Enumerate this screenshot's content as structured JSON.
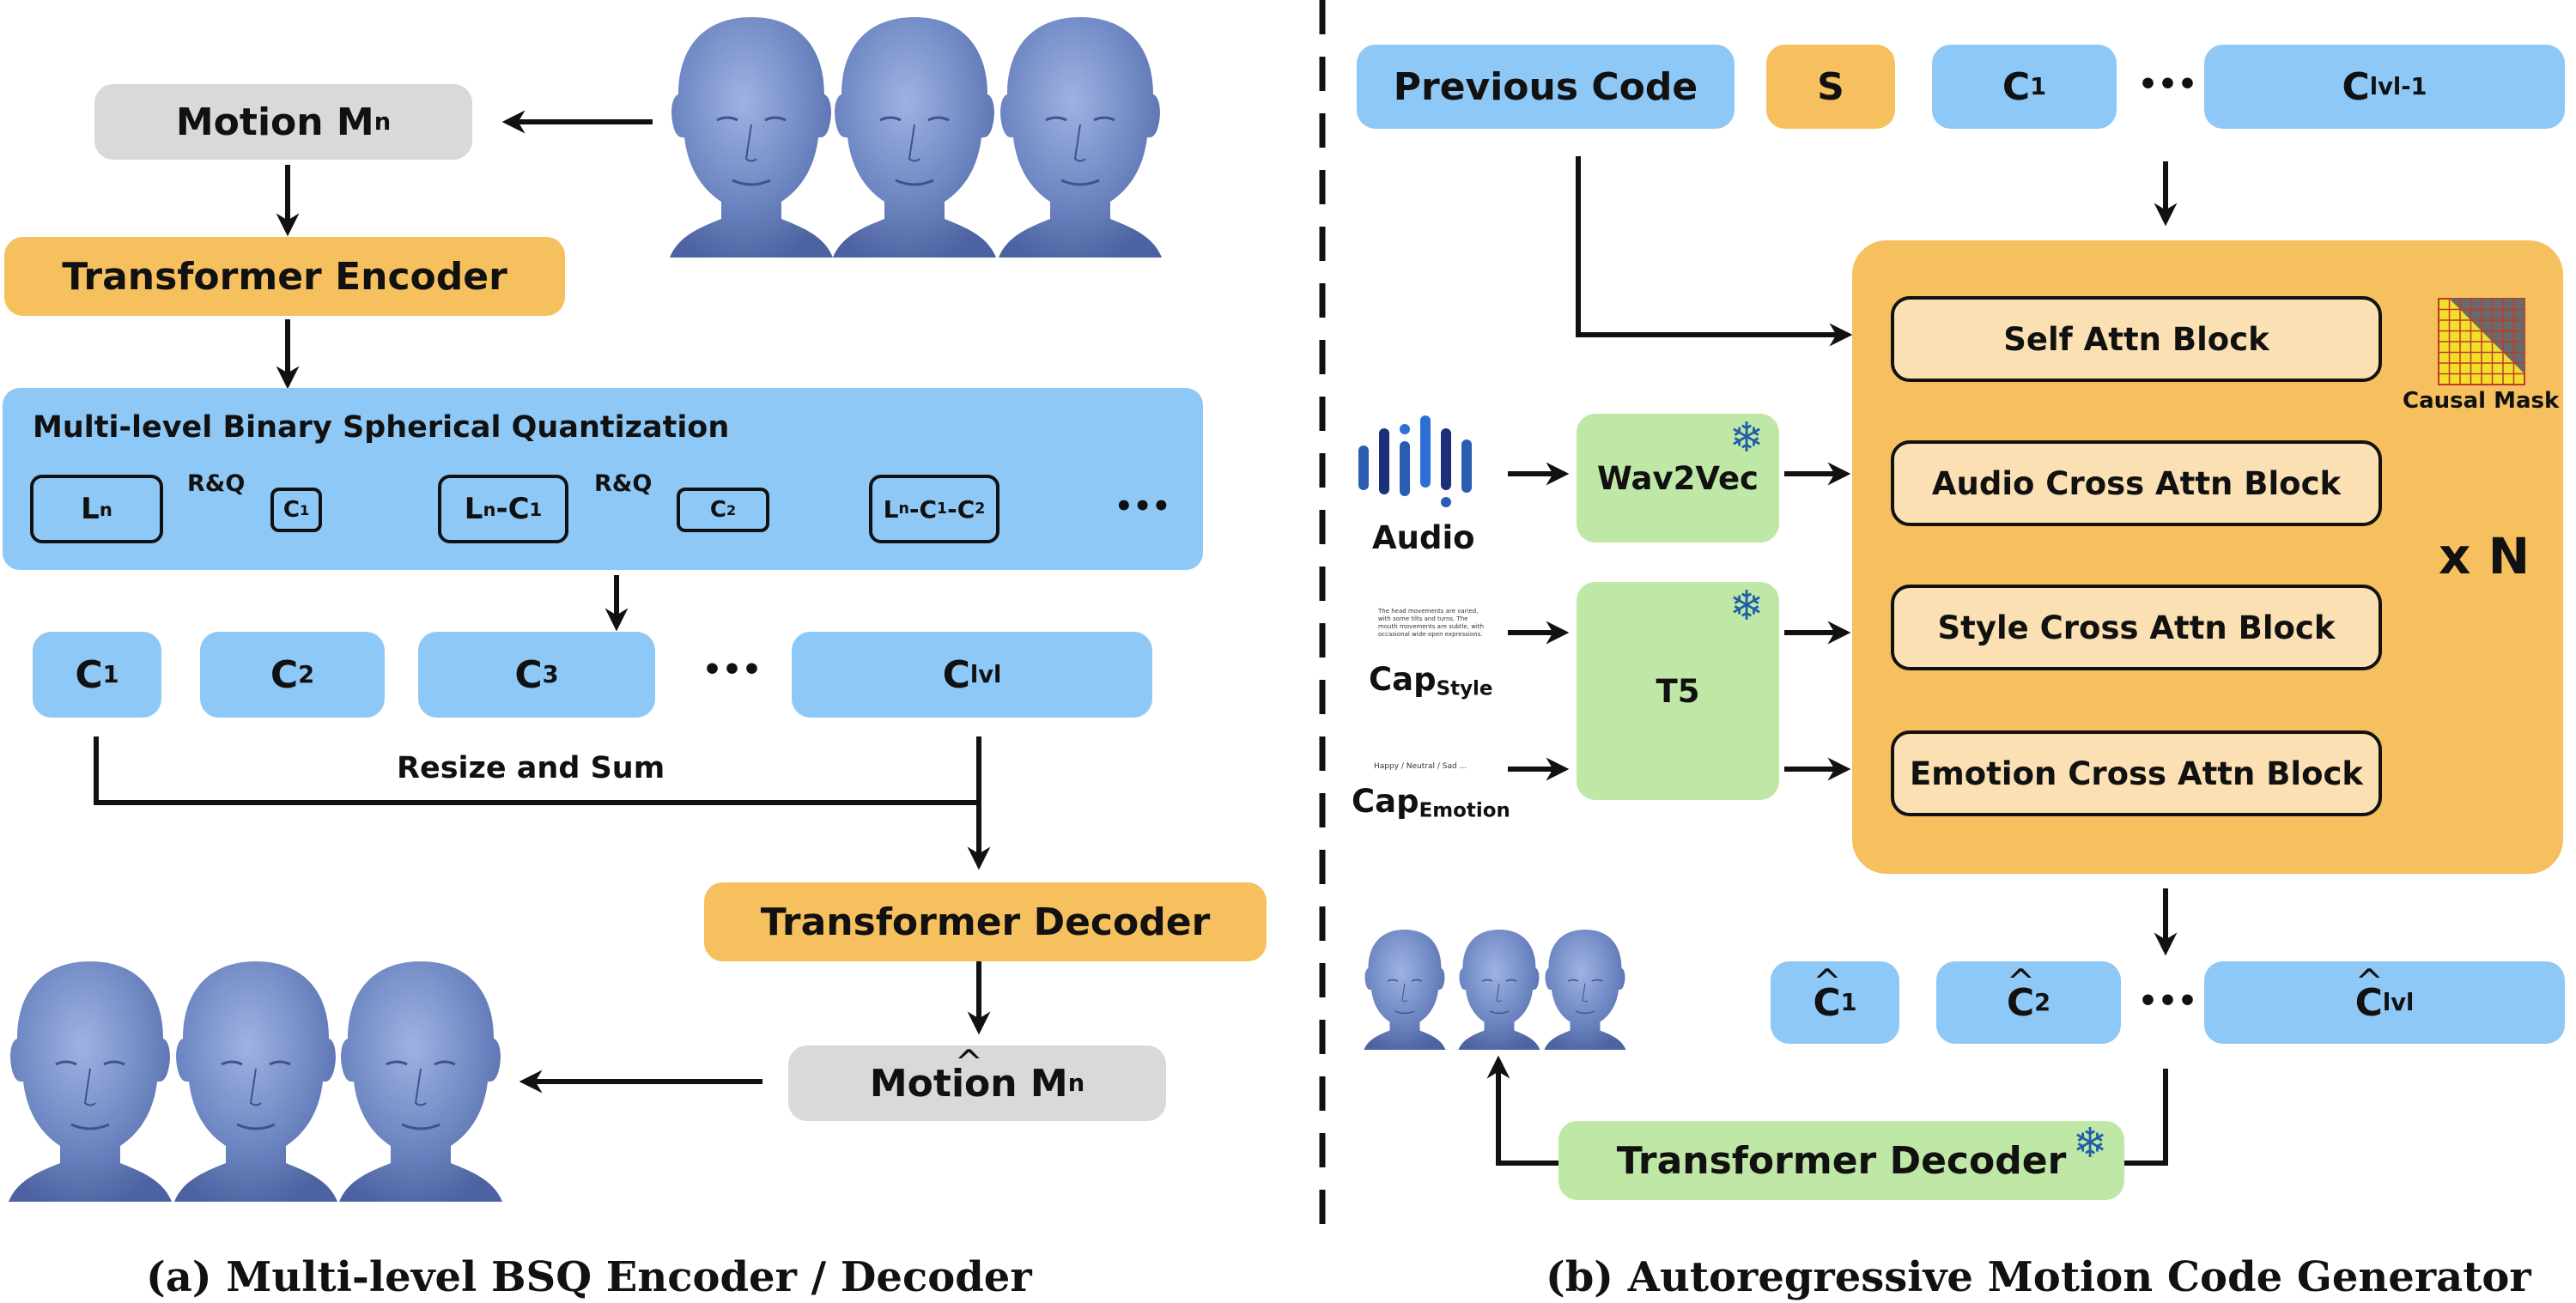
{
  "left": {
    "motion_in": "Motion M",
    "motion_in_sub": "n",
    "encoder": "Transformer Encoder",
    "bsq_title": "Multi-level Binary Spherical Quantization",
    "flow": {
      "l_n": "L",
      "l_n_sub": "n",
      "rq1": "R&Q",
      "c1": "C",
      "c1_sub": "1",
      "ln_c1": "L",
      "ln_c1_sub": "n",
      "ln_c1_rest": "-C",
      "ln_c1_rest_sub": "1",
      "rq2": "R&Q",
      "c2": "C",
      "c2_sub": "2",
      "ln_c1_c2": "L",
      "ln_c1_c2_sub": "n",
      "ln_c1_c2_mid": "-C",
      "ln_c1_c2_mid_sub": "1",
      "ln_c1_c2_end": "-C",
      "ln_c1_c2_end_sub": "2",
      "ellipsis": "•••"
    },
    "codes": [
      {
        "main": "C",
        "sub": "1"
      },
      {
        "main": "C",
        "sub": "2"
      },
      {
        "main": "C",
        "sub": "3"
      },
      {
        "main": "•••",
        "sub": ""
      },
      {
        "main": "C",
        "sub": "lvl"
      }
    ],
    "resize_sum": "Resize and Sum",
    "decoder": "Transformer Decoder",
    "motion_out": "Motion M",
    "motion_out_sub": "n",
    "caption": "(a) Multi-level BSQ Encoder / Decoder"
  },
  "right": {
    "top_row": [
      {
        "main": "Previous Code",
        "sub": ""
      },
      {
        "main": "S",
        "sub": ""
      },
      {
        "main": "C",
        "sub": "1"
      },
      {
        "main": "•••",
        "sub": ""
      },
      {
        "main": "C",
        "sub": "lvl-1"
      }
    ],
    "blocks": [
      "Self Attn Block",
      "Audio Cross Attn Block",
      "Style Cross Attn Block",
      "Emotion Cross Attn Block"
    ],
    "causal_mask": "Causal Mask",
    "repeat": "x N",
    "audio_label": "Audio",
    "wav2vec": "Wav2Vec",
    "t5": "T5",
    "cap_style": "Cap",
    "cap_style_sub": "Style",
    "cap_style_text": "The head movements are varied, with some tilts and turns. The mouth movements are subtle, with occasional wide-open expressions.",
    "cap_emotion": "Cap",
    "cap_emotion_sub": "Emotion",
    "cap_emotion_text": "Happy / Neutral / Sad ...",
    "outputs": [
      {
        "main": "C",
        "sub": "1"
      },
      {
        "main": "C",
        "sub": "2"
      },
      {
        "main": "•••",
        "sub": ""
      },
      {
        "main": "C",
        "sub": "lvl"
      }
    ],
    "decoder": "Transformer Decoder",
    "caption": "(b) Autoregressive Motion Code Generator"
  },
  "colors": {
    "blue": "#8ec8f6",
    "orange": "#f6c05f",
    "gray": "#d9d9d9",
    "green": "#bfe7a6",
    "cream": "#fbe0b3",
    "head": "#6d86c2"
  }
}
